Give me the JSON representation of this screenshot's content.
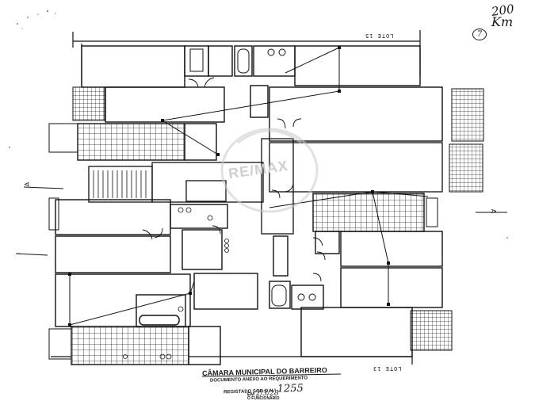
{
  "annotations": {
    "sheet_number": "200",
    "initials": "Km",
    "circled_number": "7"
  },
  "lot_labels": {
    "top": "LOTE 15",
    "bottom": "LOTE 13"
  },
  "side_marks": {
    "left": "A",
    "right": "A"
  },
  "stamp": {
    "line1": "CÂMARA MUNICIPAL DO BARREIRO",
    "line2": "DOCUMENTO ANEXO AO REQUERIMENTO",
    "line3": "REGISTADO SOB O N.º",
    "line4": "EM",
    "line5": "O FUNCIONÁRIO",
    "registration_number": "1255",
    "registration_date": "2/3/28"
  },
  "watermark": "RE/MAX",
  "colors": {
    "ink": "#1a1a1a",
    "paper": "#ffffff",
    "watermark": "#d6d6d6"
  }
}
